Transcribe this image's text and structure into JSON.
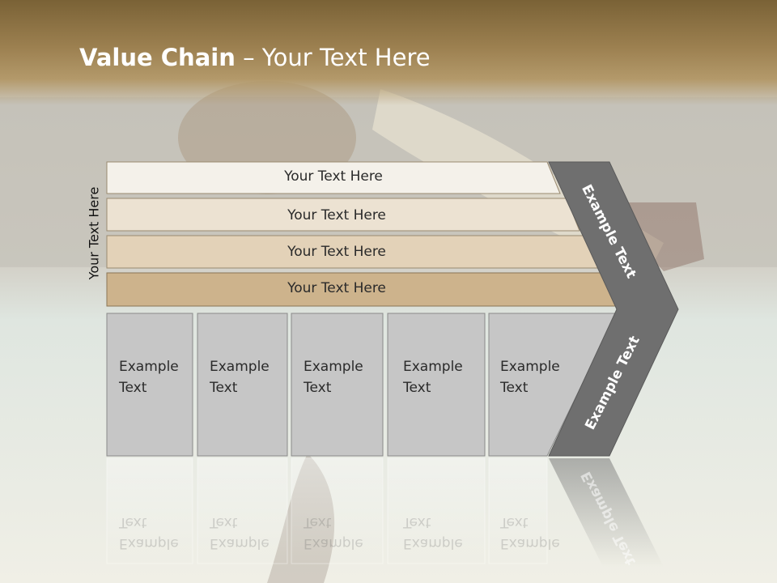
{
  "slide": {
    "title_bold": "Value Chain",
    "title_rest": " – Your Text Here",
    "vertical_label": "Your Text Here"
  },
  "rows": [
    {
      "label": "Your Text Here",
      "fill": "#f4f1ea"
    },
    {
      "label": "Your Text Here",
      "fill": "#ece2d2"
    },
    {
      "label": "Your Text Here",
      "fill": "#e3d2b8"
    },
    {
      "label": "Your Text Here",
      "fill": "#cdb38c"
    }
  ],
  "boxes": [
    {
      "line1": "Example",
      "line2": "Text"
    },
    {
      "line1": "Example",
      "line2": "Text"
    },
    {
      "line1": "Example",
      "line2": "Text"
    },
    {
      "line1": "Example",
      "line2": "Text"
    },
    {
      "line1": "Example",
      "line2": "Text"
    }
  ],
  "chevron": {
    "upper_text": "Example Text",
    "lower_text": "Example Text",
    "color": "#6f6f6f"
  }
}
